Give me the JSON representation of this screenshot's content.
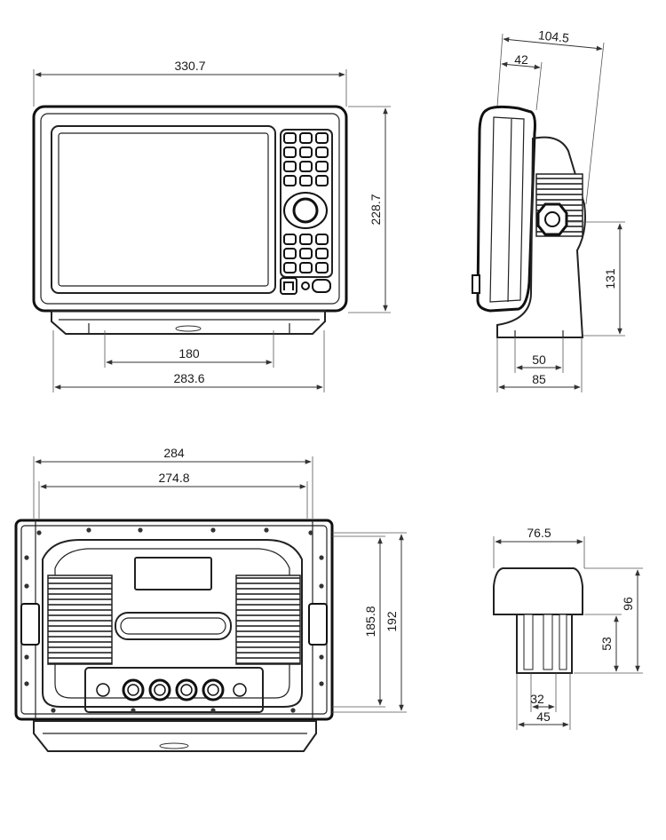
{
  "dimensions": {
    "front_width": "330.7",
    "front_height": "228.7",
    "bracket_inner": "180",
    "bracket_outer": "283.6",
    "side_depth": "104.5",
    "side_bezel_depth": "42",
    "side_mount_height": "131",
    "side_base_inner": "50",
    "side_base_outer": "85",
    "back_width_outer": "284",
    "back_width_inner": "274.8",
    "back_height_inner": "185.8",
    "back_height_outer": "192",
    "knob_width": "76.5",
    "knob_height": "96",
    "knob_shaft_height": "53",
    "knob_shaft_inner": "32",
    "knob_shaft_outer": "45"
  },
  "icons": {
    "arrow": "arrowhead",
    "dpad": "directional-pad-icon",
    "power": "power-button-icon"
  }
}
